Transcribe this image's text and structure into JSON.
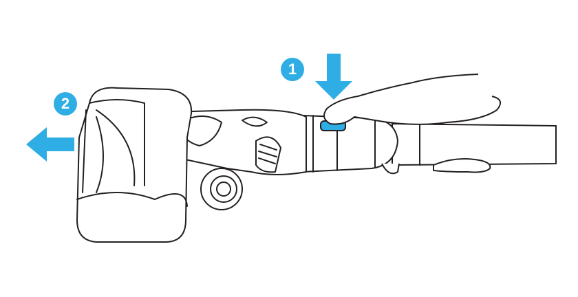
{
  "colors": {
    "accent": "#2eaee4",
    "line": "#231f20"
  },
  "steps": [
    {
      "number": "1",
      "action": "press-release-button",
      "arrow": "down"
    },
    {
      "number": "2",
      "action": "pull-floor-head-off",
      "arrow": "left"
    }
  ]
}
